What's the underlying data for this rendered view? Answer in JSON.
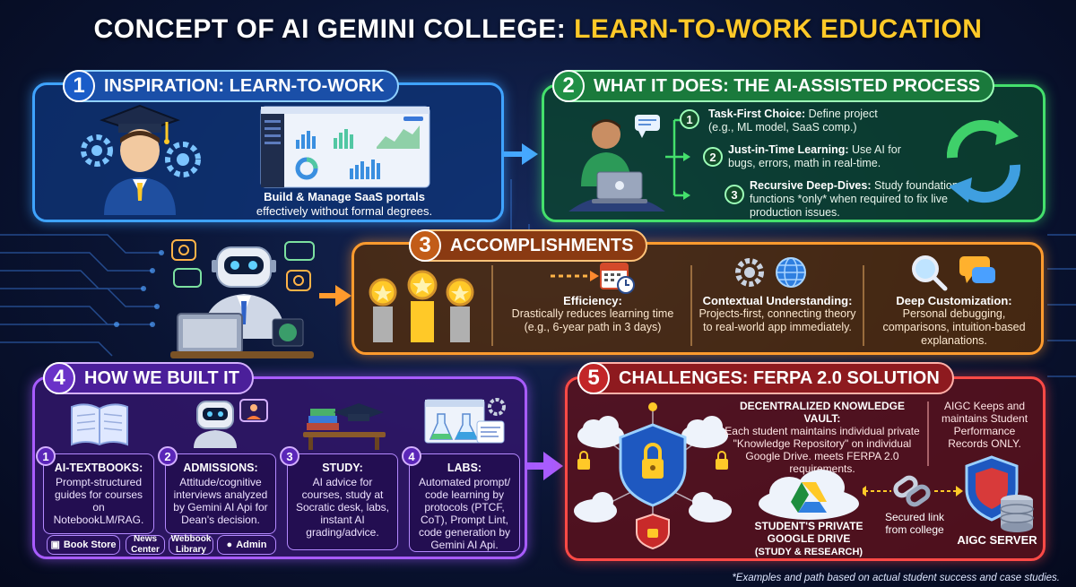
{
  "title": {
    "prefix": "CONCEPT OF AI GEMINI COLLEGE: ",
    "highlight": "LEARN-TO-WORK EDUCATION"
  },
  "colors": {
    "highlight": "#ffc928",
    "panel1": "#3fa3ff",
    "panel2": "#44e06c",
    "panel3": "#ff9b2e",
    "panel4": "#a85cff",
    "panel5": "#ff4a46"
  },
  "section1": {
    "number": "1",
    "title": "INSPIRATION: LEARN-TO-WORK",
    "caption_bold": "Build & Manage SaaS portals",
    "caption_rest": "effectively without formal degrees.",
    "icons": [
      "graduate-icon",
      "gear-icon",
      "dashboard-screenshot"
    ]
  },
  "section2": {
    "number": "2",
    "title": "WHAT IT DOES: THE AI-ASSISTED PROCESS",
    "steps": [
      {
        "num": "1",
        "bold": "Task-First Choice:",
        "text": " Define project (e.g., ML model, SaaS comp.)"
      },
      {
        "num": "2",
        "bold": "Just-in-Time Learning:",
        "text": " Use AI for bugs, errors, math in real-time."
      },
      {
        "num": "3",
        "bold": "Recursive Deep-Dives:",
        "text": " Study foundational functions *only* when required to fix live production issues."
      }
    ],
    "icons": [
      "student-laptop-icon",
      "cycle-arrows-icon"
    ]
  },
  "section3": {
    "number": "3",
    "title": "ACCOMPLISHMENTS",
    "items": [
      {
        "title": "Efficiency:",
        "text": "Drastically reduces learning time (e.g., 6-year path in 3 days)"
      },
      {
        "title": "Contextual Understanding:",
        "text": "Projects-first, connecting theory to real-world app immediately."
      },
      {
        "title": "Deep Customization:",
        "text": "Personal debugging, comparisons, intuition-based explanations."
      }
    ],
    "icons": [
      "medal-icon",
      "calendar-clock-icon",
      "gear-globe-icon",
      "magnifier-chat-icon",
      "robot-icon"
    ]
  },
  "section4": {
    "number": "4",
    "title": "HOW WE BUILT IT",
    "cards": [
      {
        "num": "1",
        "title": "AI-TEXTBOOKS:",
        "text": "Prompt-structured guides for courses on NotebookLM/RAG."
      },
      {
        "num": "2",
        "title": "ADMISSIONS:",
        "text": "Attitude/cognitive interviews analyzed by Gemini AI Api for Dean's decision."
      },
      {
        "num": "3",
        "title": "STUDY:",
        "text": "AI advice for courses, study at Socratic desk, labs, instant AI grading/advice."
      },
      {
        "num": "4",
        "title": "LABS:",
        "text": "Automated prompt/ code learning by protocols (PTCF, CoT), Prompt Lint, code generation by Gemini AI Api."
      }
    ],
    "links": [
      {
        "label": "Book Store"
      },
      {
        "label": "News Center"
      },
      {
        "label": "Webbook Library"
      },
      {
        "label": "Admin"
      }
    ]
  },
  "section5": {
    "number": "5",
    "title": "CHALLENGES: FERPA 2.0 SOLUTION",
    "vault_title": "DECENTRALIZED KNOWLEDGE VAULT:",
    "vault_text": "Each student maintains individual private \"Knowledge Repository\" on individual Google Drive. meets FERPA 2.0 requirements.",
    "aigc_note": "AIGC Keeps and maintains Student Performance Records ONLY.",
    "drive_label_1": "STUDENT'S PRIVATE",
    "drive_label_2": "GOOGLE DRIVE",
    "drive_label_3": "(STUDY & RESEARCH)",
    "link_label": "Secured link from college",
    "server_label": "AIGC SERVER"
  },
  "footnote": "*Examples and path based on actual student success and case studies."
}
